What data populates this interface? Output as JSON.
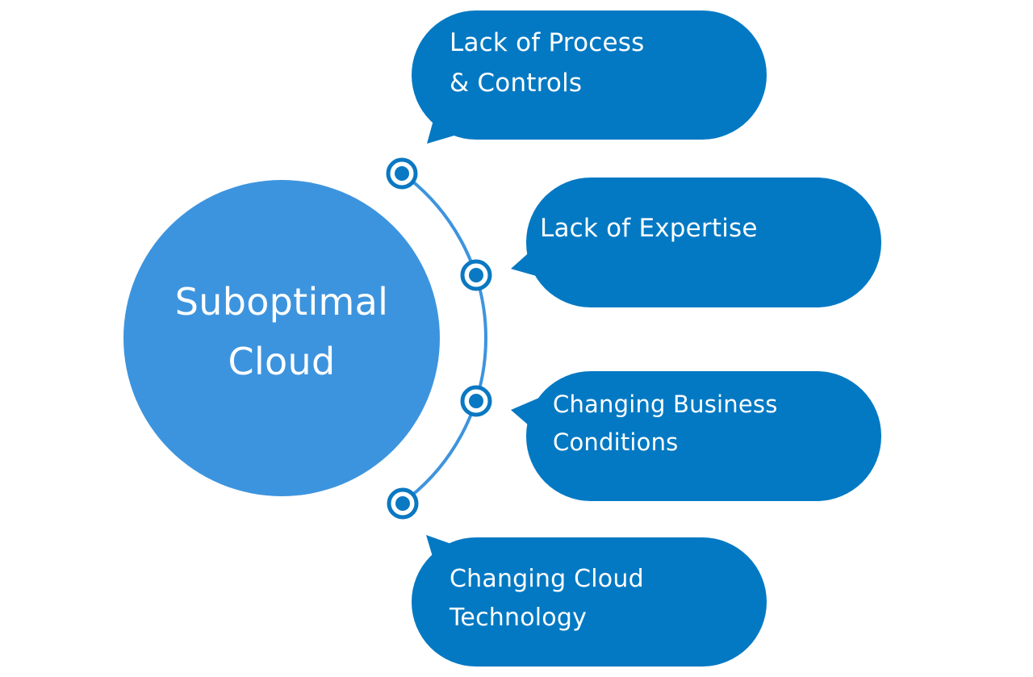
{
  "diagram": {
    "center": {
      "lines": [
        "Suboptimal",
        "Cloud"
      ]
    },
    "causes": [
      {
        "lines": [
          "Lack of Process",
          "& Controls"
        ]
      },
      {
        "lines": [
          "Lack of Expertise"
        ]
      },
      {
        "lines": [
          "Changing Business",
          "Conditions"
        ]
      },
      {
        "lines": [
          "Changing Cloud",
          "Technology"
        ]
      }
    ],
    "colors": {
      "center_circle": "#3d94de",
      "arc": "#3d94de",
      "bubble": "#0479c3",
      "node": "#0a78c2",
      "text": "#ffffff",
      "background": "#ffffff"
    }
  }
}
